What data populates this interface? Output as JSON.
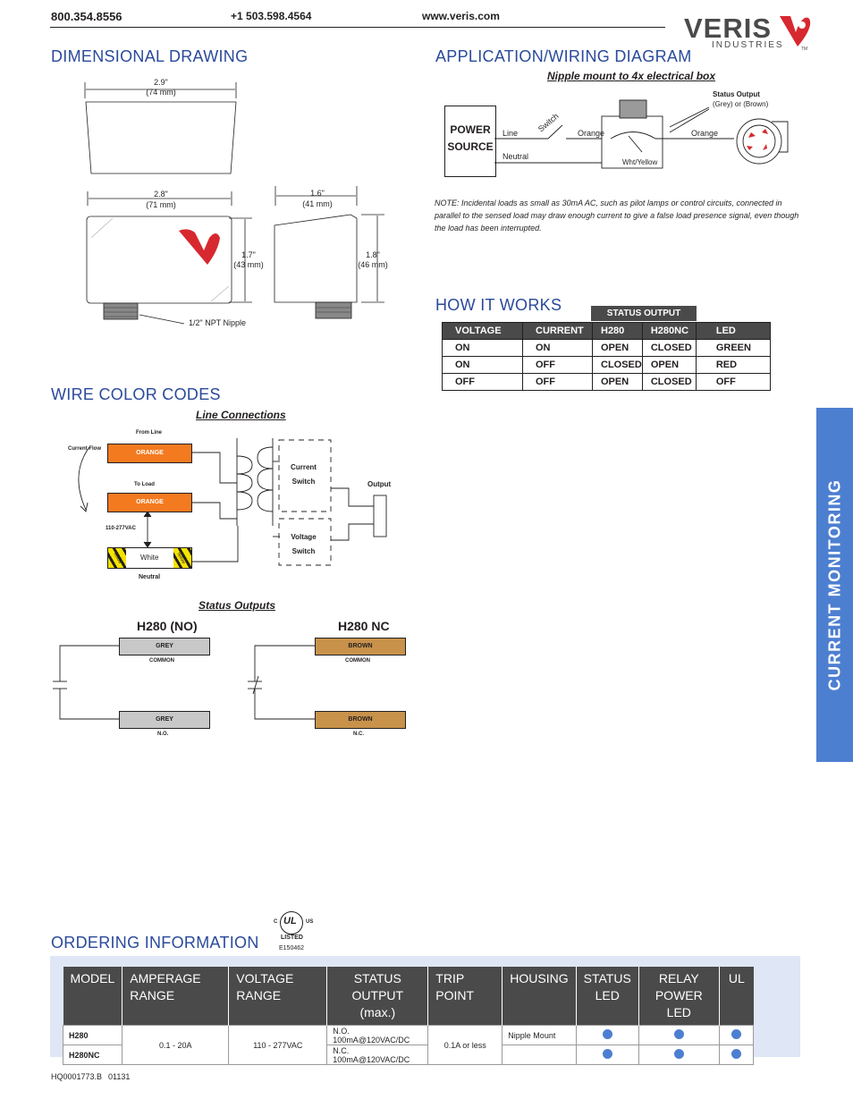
{
  "header": {
    "phone1": "800.354.8556",
    "phone2": "+1 503.598.4564",
    "website": "www.veris.com",
    "logo_text": "VERIS",
    "logo_sub": "INDUSTRIES",
    "logo_tm": "TM"
  },
  "side_tab": "CURRENT MONITORING",
  "dimensional": {
    "title": "DIMENSIONAL DRAWING",
    "top_width": "2.9\"",
    "top_width_mm": "(74 mm)",
    "bottom_width": "2.8\"",
    "bottom_width_mm": "(71 mm)",
    "depth": "1.6\"",
    "depth_mm": "(41 mm)",
    "height_front": "1.7\"",
    "height_front_mm": "(43 mm)",
    "height_side": "1.8\"",
    "height_side_mm": "(46 mm)",
    "nipple": "1/2\" NPT Nipple"
  },
  "wiring": {
    "title": "APPLICATION/WIRING DIAGRAM",
    "subtitle": "Nipple mount to 4x electrical box",
    "power1": "POWER",
    "power2": "SOURCE",
    "line": "Line",
    "neutral": "Neutral",
    "switch": "Switch",
    "orange1": "Orange",
    "orange2": "Orange",
    "wht_yellow": "Wht/Yellow",
    "status_output": "Status Output",
    "status_output2": "(Grey) or (Brown)",
    "note": "NOTE: Incidental loads as small as 30mA AC, such as pilot lamps or control circuits, connected in parallel to the sensed load may draw enough current to give a false load presence signal, even though the load has been interrupted."
  },
  "how": {
    "title": "HOW IT WORKS",
    "status_output": "STATUS OUTPUT",
    "columns": [
      "VOLTAGE",
      "CURRENT",
      "H280",
      "H280NC",
      "LED"
    ],
    "rows": [
      [
        "ON",
        "ON",
        "OPEN",
        "CLOSED",
        "GREEN"
      ],
      [
        "ON",
        "OFF",
        "CLOSED",
        "OPEN",
        "RED"
      ],
      [
        "OFF",
        "OFF",
        "OPEN",
        "CLOSED",
        "OFF"
      ]
    ]
  },
  "wire": {
    "title": "WIRE COLOR CODES",
    "line_connections": "Line Connections",
    "from_line": "From Line",
    "current_flow": "Current Flow",
    "orange_a": "ORANGE",
    "to_load": "To Load",
    "orange_b": "ORANGE",
    "vac": "110-277VAC",
    "white": "White",
    "yellow1": "Yellow",
    "yellow2": "Yellow",
    "neutral": "Neutral",
    "current_switch1": "Current",
    "current_switch2": "Switch",
    "voltage_switch1": "Voltage",
    "voltage_switch2": "Switch",
    "output": "Output",
    "status_outputs": "Status Outputs",
    "h280_no": "H280 (NO)",
    "h280_nc": "H280 NC",
    "grey_top": "GREY",
    "common1": "COMMON",
    "grey_bottom": "GREY",
    "no": "N.O.",
    "brown_top": "BROWN",
    "common2": "COMMON",
    "brown_bottom": "BROWN",
    "nc": "N.C."
  },
  "ordering": {
    "title": "ORDERING INFORMATION",
    "ul_c": "C",
    "ul_mark": "UL",
    "ul_us": "US",
    "ul_listed": "LISTED",
    "ul_number": "E150462",
    "columns": [
      "MODEL",
      "AMPERAGE RANGE",
      "VOLTAGE RANGE",
      "STATUS OUTPUT (max.)",
      "TRIP POINT",
      "HOUSING",
      "STATUS LED",
      "RELAY POWER LED",
      "UL"
    ],
    "rows": [
      {
        "model": "H280",
        "amperage": "0.1 - 20A",
        "voltage": "110 - 277VAC",
        "status": "N.O. 100mA@120VAC/DC",
        "trip": "0.1A or less",
        "housing": "Nipple Mount"
      },
      {
        "model": "H280NC",
        "status": "N.C. 100mA@120VAC/DC",
        "housing": ""
      }
    ]
  },
  "footer": {
    "code": "HQ0001773.B",
    "date": "01131"
  },
  "colors": {
    "accent": "#2a4a9b",
    "tab": "#4d7fd1",
    "orange": "#f47a20",
    "brown": "#c8924b",
    "grey": "#c8c8c8",
    "logo_red": "#d7282f"
  }
}
